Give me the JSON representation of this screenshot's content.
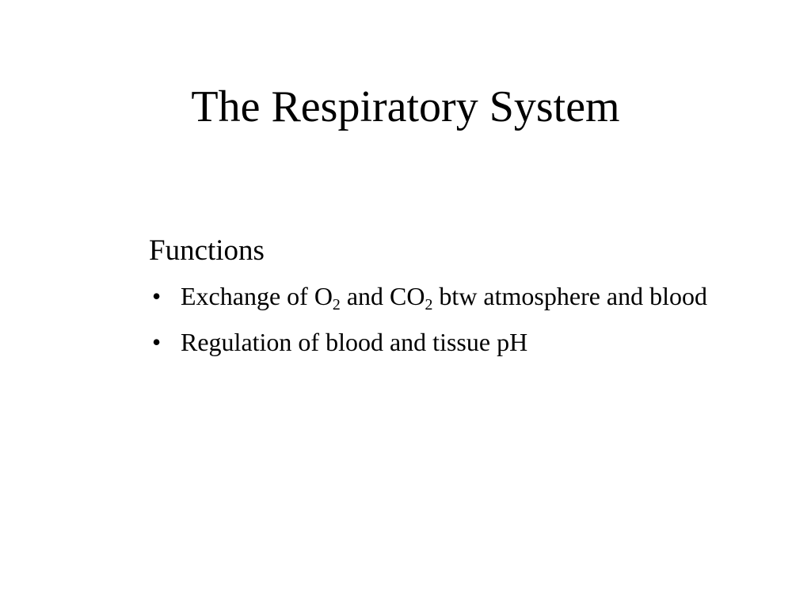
{
  "slide": {
    "title": "The Respiratory System",
    "section_heading": "Functions",
    "bullet_glyph": "•",
    "bullets": [
      {
        "parts": {
          "t1": "Exchange of O",
          "s1": "2",
          "t2": " and CO",
          "s2": "2",
          "t3": " btw atmosphere and blood"
        }
      },
      {
        "text": "Regulation of blood and tissue pH"
      }
    ]
  }
}
